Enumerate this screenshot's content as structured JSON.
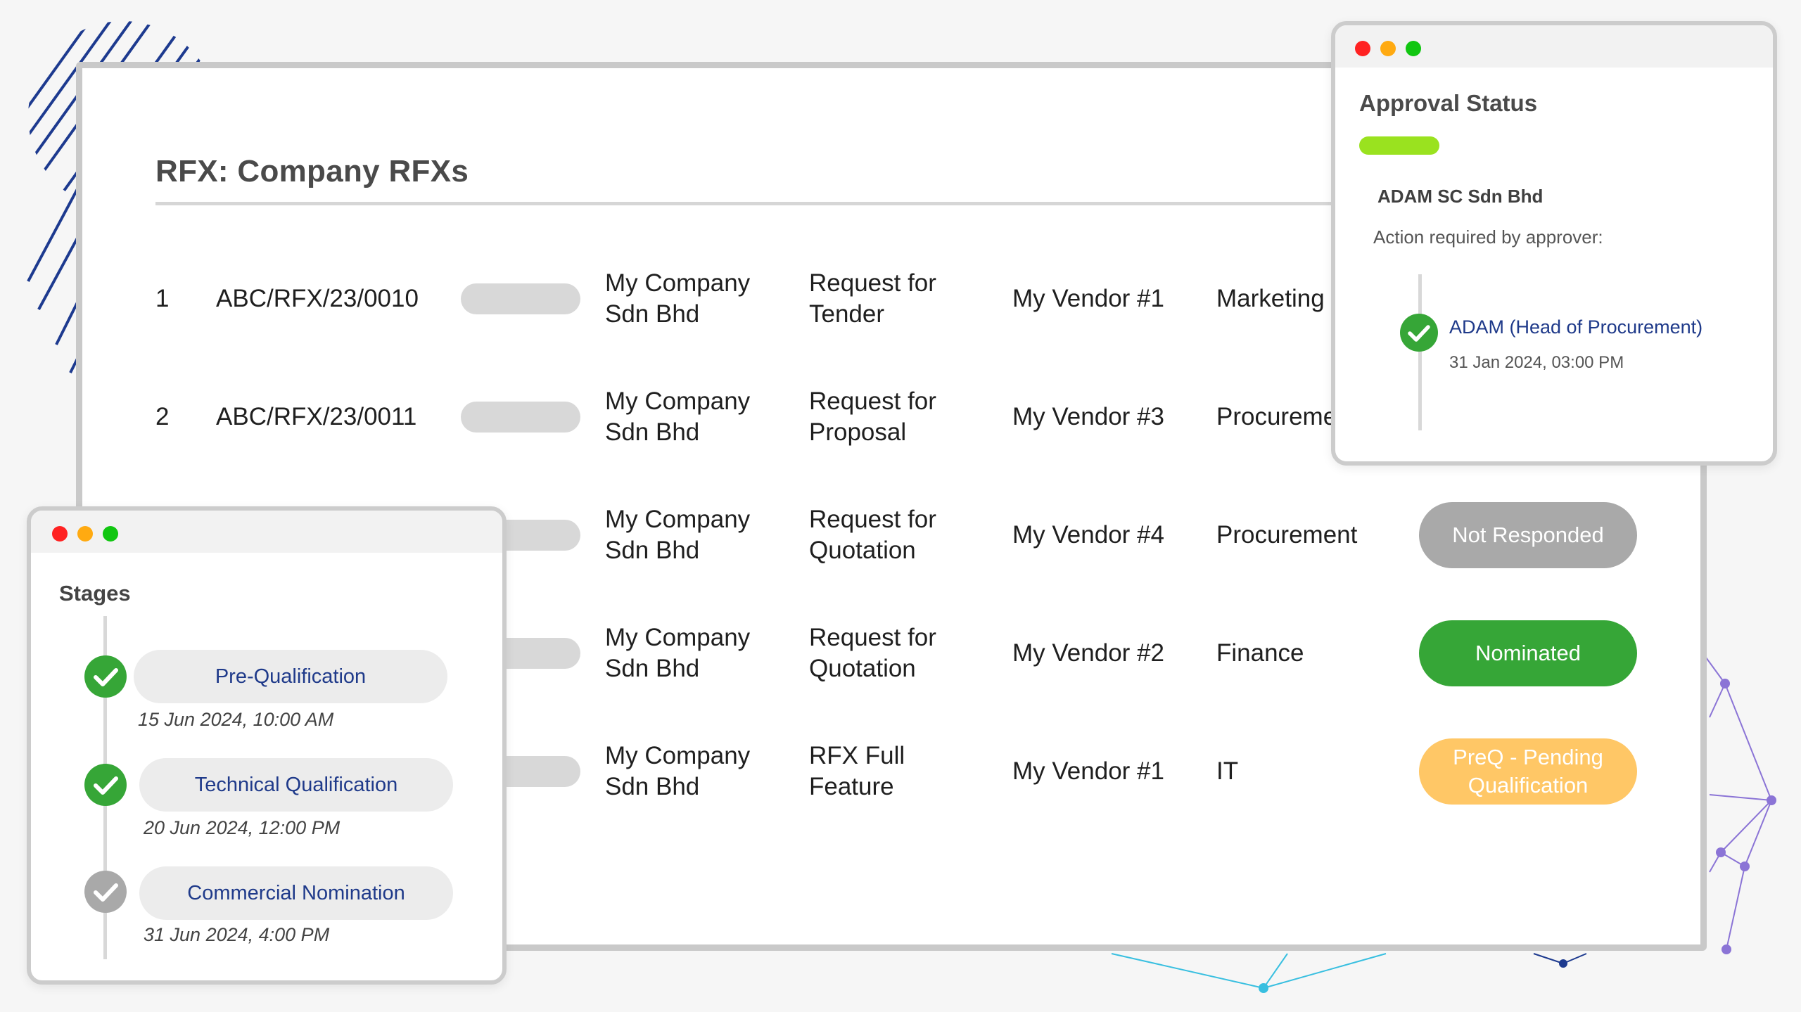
{
  "page": {
    "title": "RFX: Company RFXs"
  },
  "rows": [
    {
      "num": "1",
      "code": "ABC/RFX/23/0010",
      "company": "My Company Sdn Bhd",
      "type": "Request for Tender",
      "vendor": "My Vendor #1",
      "dept": "Marketing"
    },
    {
      "num": "2",
      "code": "ABC/RFX/23/0011",
      "company": "My Company Sdn Bhd",
      "type": "Request for Proposal",
      "vendor": "My Vendor #3",
      "dept": "Procurement"
    },
    {
      "company": "My Company Sdn Bhd",
      "type": "Request for Quotation",
      "vendor": "My Vendor #4",
      "dept": "Procurement",
      "status": "Not Responded",
      "status_color": "#a9a9a9"
    },
    {
      "company": "My Company Sdn Bhd",
      "type": "Request for Quotation",
      "vendor": "My Vendor #2",
      "dept": "Finance",
      "status": "Nominated",
      "status_color": "#36a637"
    },
    {
      "company": "My Company Sdn Bhd",
      "type": "RFX Full Feature",
      "vendor": "My Vendor #1",
      "dept": "IT",
      "status": "PreQ - Pending Qualification",
      "status_color": "#ffc766"
    }
  ],
  "approval": {
    "title": "Approval Status",
    "bar_color": "#9ae21f",
    "company": "ADAM SC Sdn Bhd",
    "action_text": "Action required by approver:",
    "approver": "ADAM (Head of Procurement)",
    "approver_time": "31 Jan 2024, 03:00 PM",
    "check_icon": "check-circle-icon"
  },
  "stages": {
    "title": "Stages",
    "items": [
      {
        "label": "Pre-Qualification",
        "date": "15 Jun 2024, 10:00 AM",
        "state": "done",
        "icon_color": "#36a637"
      },
      {
        "label": "Technical Qualification",
        "date": "20 Jun 2024, 12:00 PM",
        "state": "done",
        "icon_color": "#36a637"
      },
      {
        "label": "Commercial Nomination",
        "date": "31 Jun 2024, 4:00 PM",
        "state": "pending",
        "icon_color": "#a9a9a9"
      }
    ]
  },
  "colors": {
    "accent_navy": "#1f3a8a",
    "window_dot_red": "#ff2222",
    "window_dot_yellow": "#ffaa11",
    "window_dot_green": "#11c611"
  }
}
